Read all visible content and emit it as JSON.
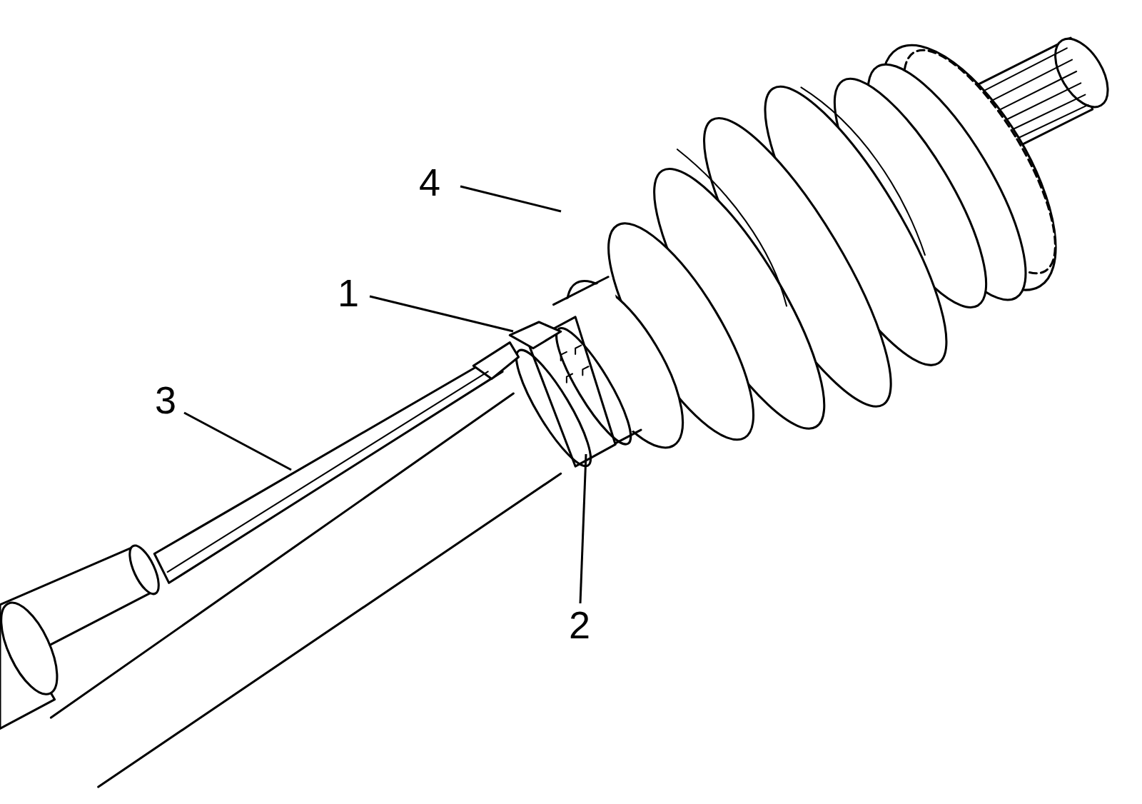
{
  "diagram": {
    "labels": [
      "4",
      "1",
      "3",
      "2"
    ]
  }
}
